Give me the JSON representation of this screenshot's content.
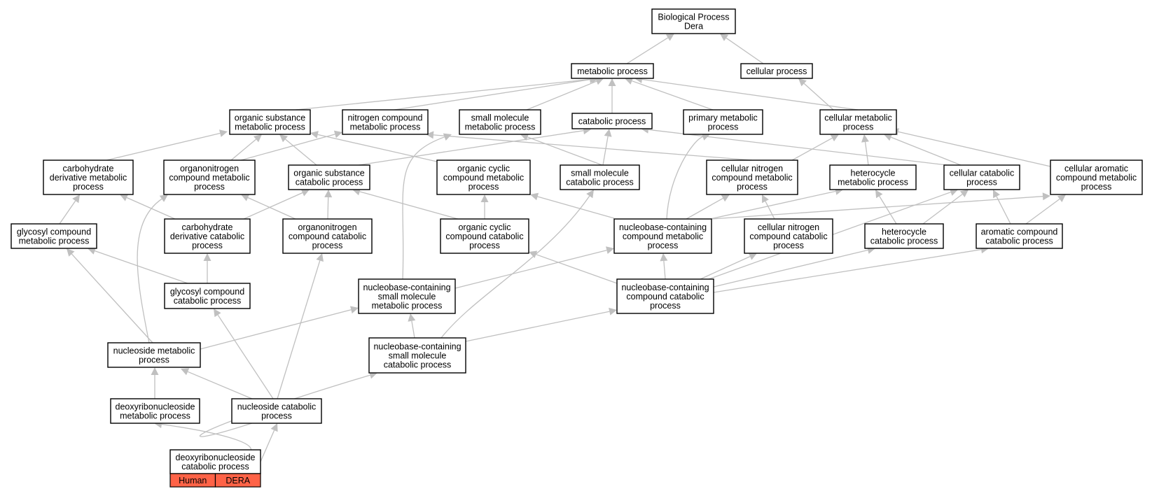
{
  "graph": {
    "accent_color": "#ff6347",
    "edge_color": "#c0c0c0",
    "nodes": [
      {
        "id": "root",
        "lines": [
          "Biological Process",
          "Dera"
        ]
      },
      {
        "id": "metabolic",
        "lines": [
          "metabolic process"
        ]
      },
      {
        "id": "cellular",
        "lines": [
          "cellular process"
        ]
      },
      {
        "id": "org_sub_met",
        "lines": [
          "organic substance",
          "metabolic process"
        ]
      },
      {
        "id": "nitro_met",
        "lines": [
          "nitrogen compound",
          "metabolic process"
        ]
      },
      {
        "id": "small_mol_met",
        "lines": [
          "small molecule",
          "metabolic process"
        ]
      },
      {
        "id": "catabolic",
        "lines": [
          "catabolic process"
        ]
      },
      {
        "id": "primary_met",
        "lines": [
          "primary metabolic",
          "process"
        ]
      },
      {
        "id": "cell_met",
        "lines": [
          "cellular metabolic",
          "process"
        ]
      },
      {
        "id": "carb_deriv_met",
        "lines": [
          "carbohydrate",
          "derivative metabolic",
          "process"
        ]
      },
      {
        "id": "organonitro_met",
        "lines": [
          "organonitrogen",
          "compound metabolic",
          "process"
        ]
      },
      {
        "id": "org_sub_cat",
        "lines": [
          "organic substance",
          "catabolic process"
        ]
      },
      {
        "id": "org_cyc_met",
        "lines": [
          "organic cyclic",
          "compound metabolic",
          "process"
        ]
      },
      {
        "id": "small_mol_cat",
        "lines": [
          "small molecule",
          "catabolic process"
        ]
      },
      {
        "id": "cell_nitro_met",
        "lines": [
          "cellular nitrogen",
          "compound metabolic",
          "process"
        ]
      },
      {
        "id": "hetero_met",
        "lines": [
          "heterocycle",
          "metabolic process"
        ]
      },
      {
        "id": "cell_cat",
        "lines": [
          "cellular catabolic",
          "process"
        ]
      },
      {
        "id": "cell_arom_met",
        "lines": [
          "cellular aromatic",
          "compound metabolic",
          "process"
        ]
      },
      {
        "id": "glycosyl_met",
        "lines": [
          "glycosyl compound",
          "metabolic process"
        ]
      },
      {
        "id": "carb_deriv_cat",
        "lines": [
          "carbohydrate",
          "derivative catabolic",
          "process"
        ]
      },
      {
        "id": "organonitro_cat",
        "lines": [
          "organonitrogen",
          "compound catabolic",
          "process"
        ]
      },
      {
        "id": "org_cyc_cat",
        "lines": [
          "organic cyclic",
          "compound catabolic",
          "process"
        ]
      },
      {
        "id": "nb_cont_met",
        "lines": [
          "nucleobase-containing",
          "compound metabolic",
          "process"
        ]
      },
      {
        "id": "cell_nitro_cat",
        "lines": [
          "cellular nitrogen",
          "compound catabolic",
          "process"
        ]
      },
      {
        "id": "hetero_cat",
        "lines": [
          "heterocycle",
          "catabolic process"
        ]
      },
      {
        "id": "arom_cat",
        "lines": [
          "aromatic compound",
          "catabolic process"
        ]
      },
      {
        "id": "glycosyl_cat",
        "lines": [
          "glycosyl compound",
          "catabolic process"
        ]
      },
      {
        "id": "nb_small_met",
        "lines": [
          "nucleobase-containing",
          "small molecule",
          "metabolic process"
        ]
      },
      {
        "id": "nb_cont_cat",
        "lines": [
          "nucleobase-containing",
          "compound catabolic",
          "process"
        ]
      },
      {
        "id": "nucleoside_met",
        "lines": [
          "nucleoside metabolic",
          "process"
        ]
      },
      {
        "id": "nb_small_cat",
        "lines": [
          "nucleobase-containing",
          "small molecule",
          "catabolic process"
        ]
      },
      {
        "id": "deoxy_met",
        "lines": [
          "deoxyribonucleoside",
          "metabolic process"
        ]
      },
      {
        "id": "nucleoside_cat",
        "lines": [
          "nucleoside catabolic",
          "process"
        ]
      },
      {
        "id": "deoxy_cat",
        "lines": [
          "deoxyribonucleoside",
          "catabolic process"
        ]
      }
    ],
    "annotation": {
      "node": "deoxy_cat",
      "cells": [
        "Human",
        "DERA"
      ]
    },
    "edges": [
      [
        "metabolic",
        "root"
      ],
      [
        "cellular",
        "root"
      ],
      [
        "org_sub_met",
        "metabolic"
      ],
      [
        "nitro_met",
        "metabolic"
      ],
      [
        "small_mol_met",
        "metabolic"
      ],
      [
        "catabolic",
        "metabolic"
      ],
      [
        "primary_met",
        "metabolic"
      ],
      [
        "cell_met",
        "metabolic"
      ],
      [
        "cell_met",
        "cellular"
      ],
      [
        "carb_deriv_met",
        "org_sub_met"
      ],
      [
        "organonitro_met",
        "org_sub_met"
      ],
      [
        "organonitro_met",
        "nitro_met"
      ],
      [
        "org_sub_cat",
        "org_sub_met"
      ],
      [
        "org_sub_cat",
        "catabolic"
      ],
      [
        "org_cyc_met",
        "org_sub_met"
      ],
      [
        "small_mol_cat",
        "small_mol_met"
      ],
      [
        "small_mol_cat",
        "catabolic"
      ],
      [
        "cell_nitro_met",
        "nitro_met"
      ],
      [
        "cell_nitro_met",
        "cell_met"
      ],
      [
        "hetero_met",
        "cell_met"
      ],
      [
        "cell_cat",
        "cell_met"
      ],
      [
        "cell_cat",
        "catabolic"
      ],
      [
        "cell_arom_met",
        "cell_met"
      ],
      [
        "glycosyl_met",
        "carb_deriv_met"
      ],
      [
        "carb_deriv_cat",
        "carb_deriv_met"
      ],
      [
        "carb_deriv_cat",
        "org_sub_cat"
      ],
      [
        "organonitro_cat",
        "organonitro_met"
      ],
      [
        "organonitro_cat",
        "org_sub_cat"
      ],
      [
        "org_cyc_cat",
        "org_cyc_met"
      ],
      [
        "org_cyc_cat",
        "org_sub_cat"
      ],
      [
        "nb_cont_met",
        "org_cyc_met"
      ],
      [
        "nb_cont_met",
        "cell_nitro_met"
      ],
      [
        "nb_cont_met",
        "hetero_met"
      ],
      [
        "nb_cont_met",
        "cell_arom_met"
      ],
      [
        "nb_cont_met",
        "primary_met"
      ],
      [
        "cell_nitro_cat",
        "cell_nitro_met"
      ],
      [
        "hetero_cat",
        "hetero_met"
      ],
      [
        "hetero_cat",
        "cell_cat"
      ],
      [
        "arom_cat",
        "cell_arom_met"
      ],
      [
        "arom_cat",
        "cell_cat"
      ],
      [
        "glycosyl_cat",
        "glycosyl_met"
      ],
      [
        "glycosyl_cat",
        "carb_deriv_cat"
      ],
      [
        "nb_small_met",
        "nb_cont_met"
      ],
      [
        "nb_small_met",
        "small_mol_met"
      ],
      [
        "nb_cont_cat",
        "nb_cont_met"
      ],
      [
        "nb_cont_cat",
        "org_cyc_cat"
      ],
      [
        "nb_cont_cat",
        "cell_nitro_cat"
      ],
      [
        "nb_cont_cat",
        "hetero_cat"
      ],
      [
        "nb_cont_cat",
        "arom_cat"
      ],
      [
        "nb_cont_cat",
        "cell_cat"
      ],
      [
        "nucleoside_met",
        "glycosyl_met"
      ],
      [
        "nucleoside_met",
        "organonitro_met"
      ],
      [
        "nucleoside_met",
        "nb_small_met"
      ],
      [
        "nb_small_cat",
        "nb_small_met"
      ],
      [
        "nb_small_cat",
        "nb_cont_cat"
      ],
      [
        "nb_small_cat",
        "small_mol_cat"
      ],
      [
        "deoxy_met",
        "nucleoside_met"
      ],
      [
        "nucleoside_cat",
        "nucleoside_met"
      ],
      [
        "nucleoside_cat",
        "glycosyl_cat"
      ],
      [
        "nucleoside_cat",
        "organonitro_cat"
      ],
      [
        "nucleoside_cat",
        "nb_small_cat"
      ],
      [
        "deoxy_cat",
        "deoxy_met"
      ],
      [
        "deoxy_cat",
        "nucleoside_cat"
      ]
    ]
  }
}
